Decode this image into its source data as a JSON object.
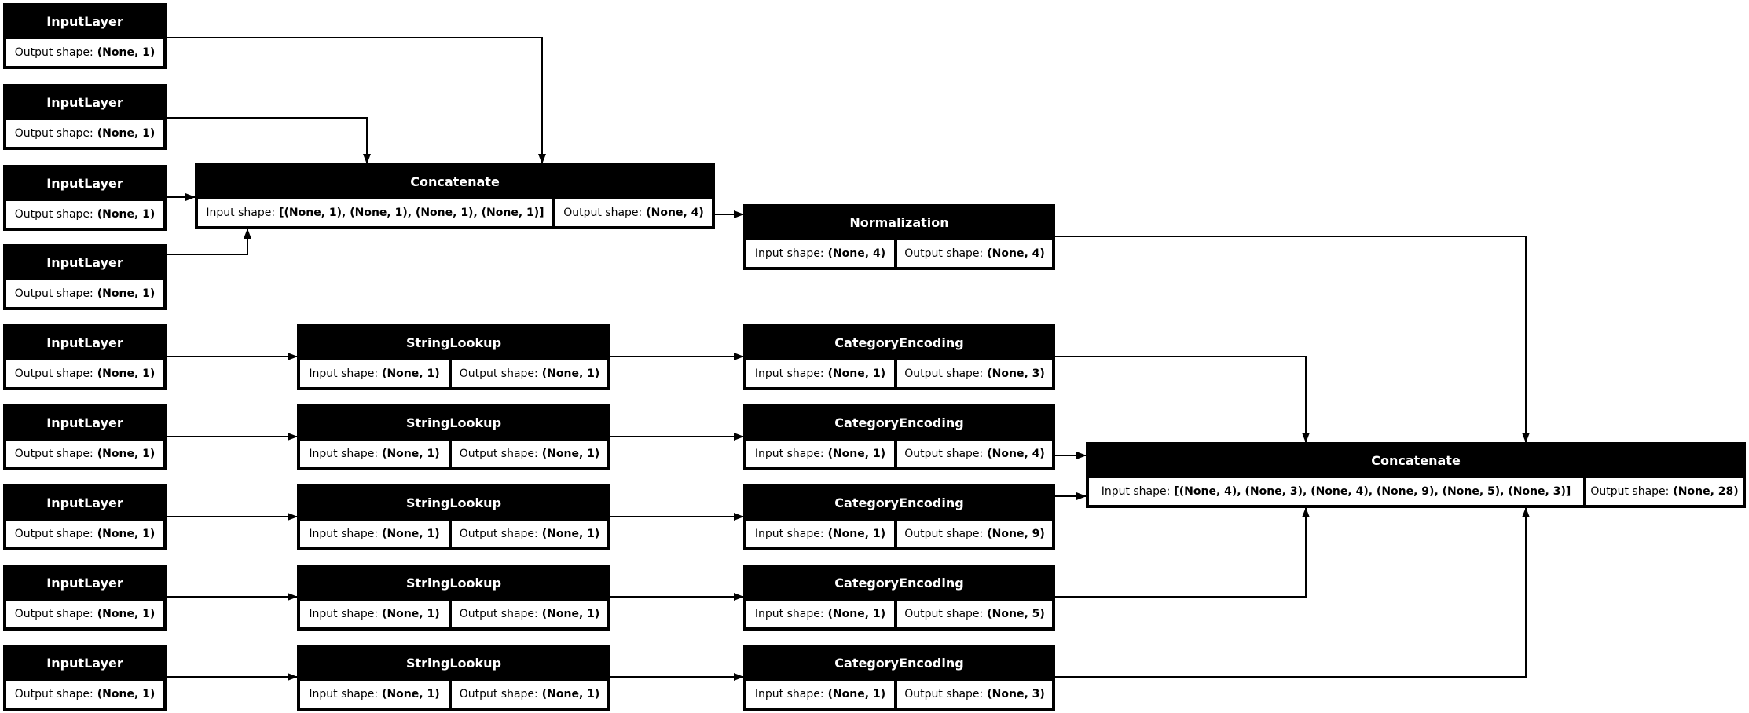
{
  "diagram": {
    "title": "Keras functional model plot",
    "colors": {
      "node_fill": "#000000",
      "node_text": "#ffffff",
      "cell_fill": "#ffffff",
      "cell_text": "#000000",
      "edge": "#000000",
      "background": "#ffffff"
    },
    "nodes": [
      {
        "id": "inputlayer-1",
        "title": "InputLayer",
        "cells": [
          {
            "label": "Output shape:",
            "value": "(None, 1)"
          }
        ]
      },
      {
        "id": "inputlayer-2",
        "title": "InputLayer",
        "cells": [
          {
            "label": "Output shape:",
            "value": "(None, 1)"
          }
        ]
      },
      {
        "id": "inputlayer-3",
        "title": "InputLayer",
        "cells": [
          {
            "label": "Output shape:",
            "value": "(None, 1)"
          }
        ]
      },
      {
        "id": "inputlayer-4",
        "title": "InputLayer",
        "cells": [
          {
            "label": "Output shape:",
            "value": "(None, 1)"
          }
        ]
      },
      {
        "id": "concatenate-1",
        "title": "Concatenate",
        "cells": [
          {
            "label": "Input shape:",
            "value": "[(None, 1), (None, 1), (None, 1), (None, 1)]"
          },
          {
            "label": "Output shape:",
            "value": "(None, 4)"
          }
        ]
      },
      {
        "id": "normalization",
        "title": "Normalization",
        "cells": [
          {
            "label": "Input shape:",
            "value": "(None, 4)"
          },
          {
            "label": "Output shape:",
            "value": "(None, 4)"
          }
        ]
      },
      {
        "id": "inputlayer-5",
        "title": "InputLayer",
        "cells": [
          {
            "label": "Output shape:",
            "value": "(None, 1)"
          }
        ]
      },
      {
        "id": "inputlayer-6",
        "title": "InputLayer",
        "cells": [
          {
            "label": "Output shape:",
            "value": "(None, 1)"
          }
        ]
      },
      {
        "id": "inputlayer-7",
        "title": "InputLayer",
        "cells": [
          {
            "label": "Output shape:",
            "value": "(None, 1)"
          }
        ]
      },
      {
        "id": "inputlayer-8",
        "title": "InputLayer",
        "cells": [
          {
            "label": "Output shape:",
            "value": "(None, 1)"
          }
        ]
      },
      {
        "id": "inputlayer-9",
        "title": "InputLayer",
        "cells": [
          {
            "label": "Output shape:",
            "value": "(None, 1)"
          }
        ]
      },
      {
        "id": "stringlookup-1",
        "title": "StringLookup",
        "cells": [
          {
            "label": "Input shape:",
            "value": "(None, 1)"
          },
          {
            "label": "Output shape:",
            "value": "(None, 1)"
          }
        ]
      },
      {
        "id": "stringlookup-2",
        "title": "StringLookup",
        "cells": [
          {
            "label": "Input shape:",
            "value": "(None, 1)"
          },
          {
            "label": "Output shape:",
            "value": "(None, 1)"
          }
        ]
      },
      {
        "id": "stringlookup-3",
        "title": "StringLookup",
        "cells": [
          {
            "label": "Input shape:",
            "value": "(None, 1)"
          },
          {
            "label": "Output shape:",
            "value": "(None, 1)"
          }
        ]
      },
      {
        "id": "stringlookup-4",
        "title": "StringLookup",
        "cells": [
          {
            "label": "Input shape:",
            "value": "(None, 1)"
          },
          {
            "label": "Output shape:",
            "value": "(None, 1)"
          }
        ]
      },
      {
        "id": "stringlookup-5",
        "title": "StringLookup",
        "cells": [
          {
            "label": "Input shape:",
            "value": "(None, 1)"
          },
          {
            "label": "Output shape:",
            "value": "(None, 1)"
          }
        ]
      },
      {
        "id": "categoryencoding-1",
        "title": "CategoryEncoding",
        "cells": [
          {
            "label": "Input shape:",
            "value": "(None, 1)"
          },
          {
            "label": "Output shape:",
            "value": "(None, 3)"
          }
        ]
      },
      {
        "id": "categoryencoding-2",
        "title": "CategoryEncoding",
        "cells": [
          {
            "label": "Input shape:",
            "value": "(None, 1)"
          },
          {
            "label": "Output shape:",
            "value": "(None, 4)"
          }
        ]
      },
      {
        "id": "categoryencoding-3",
        "title": "CategoryEncoding",
        "cells": [
          {
            "label": "Input shape:",
            "value": "(None, 1)"
          },
          {
            "label": "Output shape:",
            "value": "(None, 9)"
          }
        ]
      },
      {
        "id": "categoryencoding-4",
        "title": "CategoryEncoding",
        "cells": [
          {
            "label": "Input shape:",
            "value": "(None, 1)"
          },
          {
            "label": "Output shape:",
            "value": "(None, 5)"
          }
        ]
      },
      {
        "id": "categoryencoding-5",
        "title": "CategoryEncoding",
        "cells": [
          {
            "label": "Input shape:",
            "value": "(None, 1)"
          },
          {
            "label": "Output shape:",
            "value": "(None, 3)"
          }
        ]
      },
      {
        "id": "concatenate-2",
        "title": "Concatenate",
        "cells": [
          {
            "label": "Input shape:",
            "value": "[(None, 4), (None, 3), (None, 4), (None, 9), (None, 5), (None, 3)]"
          },
          {
            "label": "Output shape:",
            "value": "(None, 28)"
          }
        ]
      }
    ],
    "edges": [
      {
        "from": "inputlayer-1",
        "to": "concatenate-1"
      },
      {
        "from": "inputlayer-2",
        "to": "concatenate-1"
      },
      {
        "from": "inputlayer-3",
        "to": "concatenate-1"
      },
      {
        "from": "inputlayer-4",
        "to": "concatenate-1"
      },
      {
        "from": "concatenate-1",
        "to": "normalization"
      },
      {
        "from": "normalization",
        "to": "concatenate-2"
      },
      {
        "from": "inputlayer-5",
        "to": "stringlookup-1"
      },
      {
        "from": "inputlayer-6",
        "to": "stringlookup-2"
      },
      {
        "from": "inputlayer-7",
        "to": "stringlookup-3"
      },
      {
        "from": "inputlayer-8",
        "to": "stringlookup-4"
      },
      {
        "from": "inputlayer-9",
        "to": "stringlookup-5"
      },
      {
        "from": "stringlookup-1",
        "to": "categoryencoding-1"
      },
      {
        "from": "stringlookup-2",
        "to": "categoryencoding-2"
      },
      {
        "from": "stringlookup-3",
        "to": "categoryencoding-3"
      },
      {
        "from": "stringlookup-4",
        "to": "categoryencoding-4"
      },
      {
        "from": "stringlookup-5",
        "to": "categoryencoding-5"
      },
      {
        "from": "categoryencoding-1",
        "to": "concatenate-2"
      },
      {
        "from": "categoryencoding-2",
        "to": "concatenate-2"
      },
      {
        "from": "categoryencoding-3",
        "to": "concatenate-2"
      },
      {
        "from": "categoryencoding-4",
        "to": "concatenate-2"
      },
      {
        "from": "categoryencoding-5",
        "to": "concatenate-2"
      }
    ]
  }
}
